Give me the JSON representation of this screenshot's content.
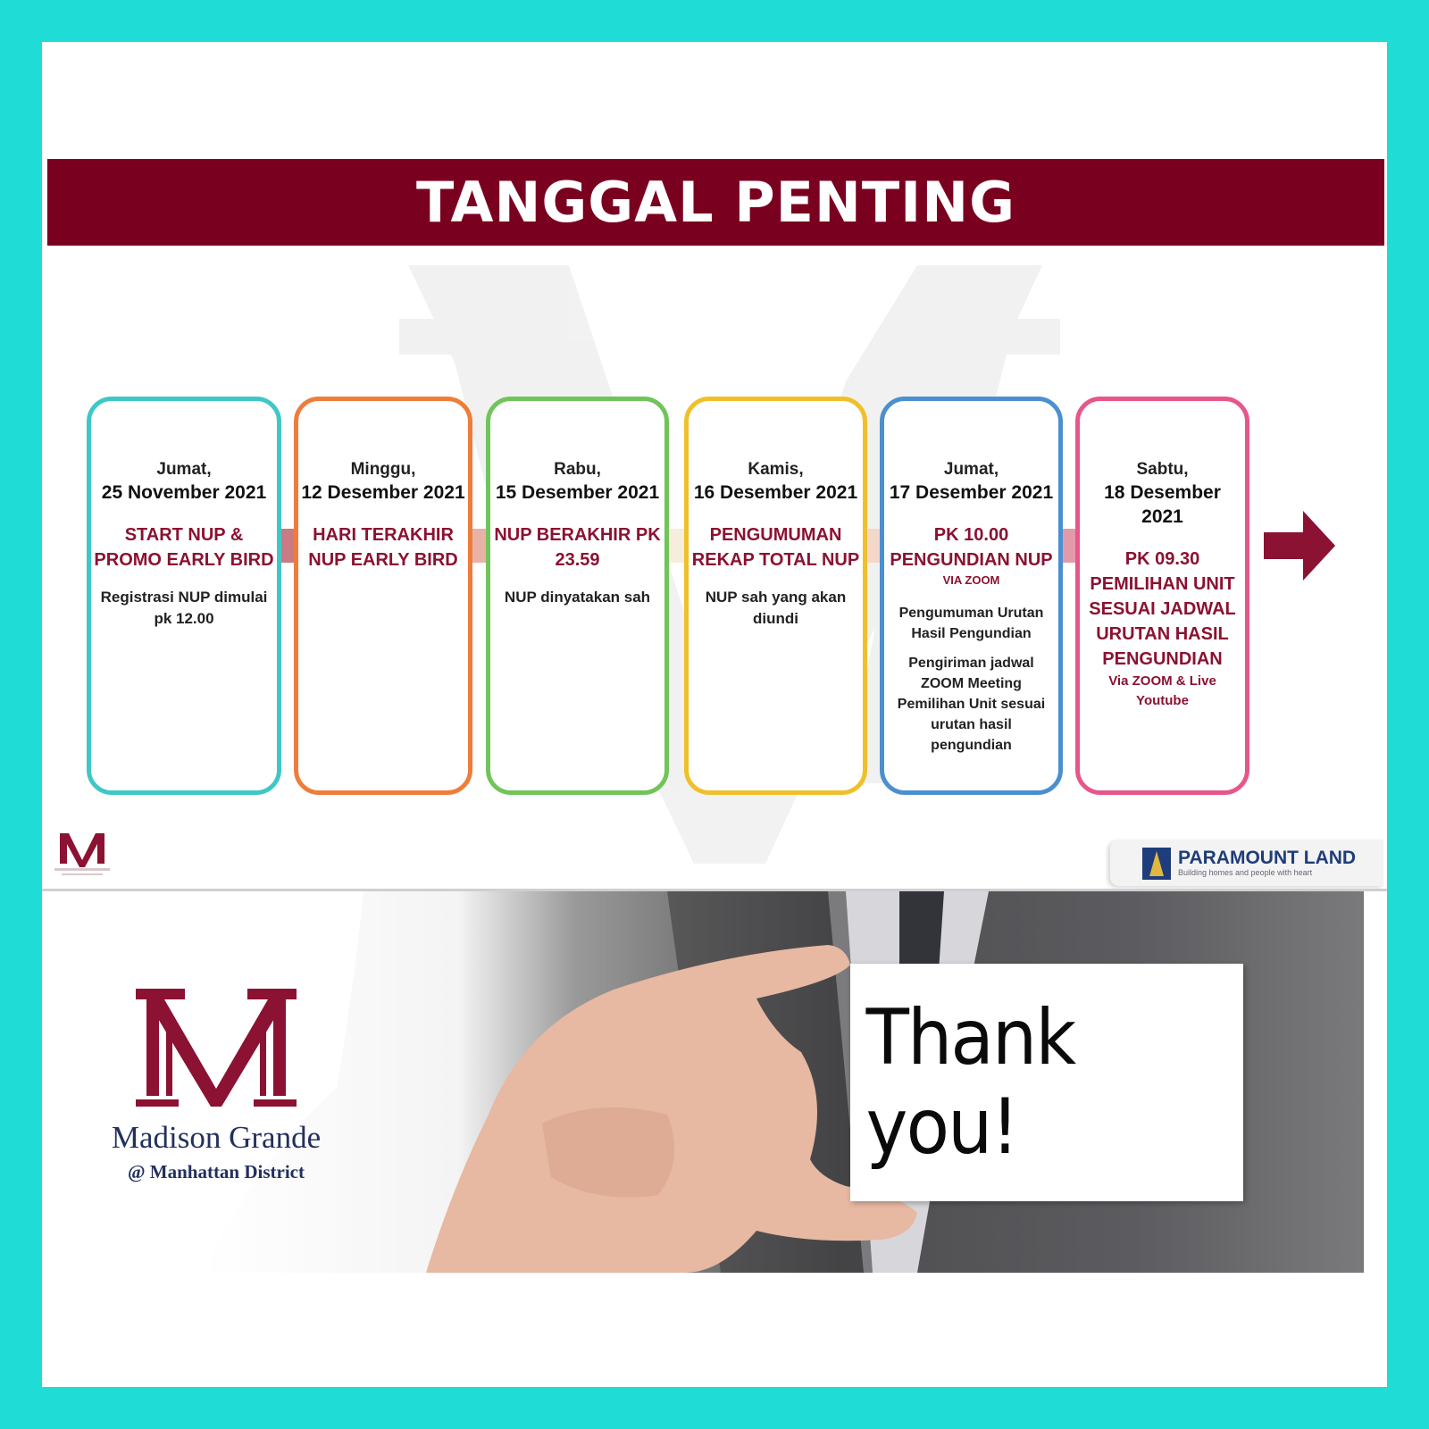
{
  "colors": {
    "frame": "#1fdcd6",
    "header_bg": "#7a0020",
    "accent_text": "#8b1232",
    "step_borders": [
      "#3fc7c7",
      "#ee7d3b",
      "#71c45a",
      "#f0c02a",
      "#4b8fd0",
      "#e7568b"
    ]
  },
  "header": {
    "title": "TANGGAL PENTING"
  },
  "steps": [
    {
      "day": "Jumat,",
      "date": "25 November 2021",
      "title": "START NUP & PROMO EARLY BIRD",
      "sub": "",
      "note": "Registrasi NUP dimulai pk 12.00",
      "note2": ""
    },
    {
      "day": "Minggu,",
      "date": "12 Desember 2021",
      "title": "HARI TERAKHIR NUP EARLY BIRD",
      "sub": "",
      "note": "",
      "note2": ""
    },
    {
      "day": "Rabu,",
      "date": "15 Desember 2021",
      "title": "NUP BERAKHIR PK 23.59",
      "sub": "",
      "note": "NUP dinyatakan sah",
      "note2": ""
    },
    {
      "day": "Kamis,",
      "date": "16 Desember 2021",
      "title": "PENGUMUMAN REKAP TOTAL NUP",
      "sub": "",
      "note": "NUP sah yang akan diundi",
      "note2": ""
    },
    {
      "day": "Jumat,",
      "date": "17 Desember 2021",
      "title": "PK 10.00 PENGUNDIAN NUP",
      "sub": "VIA ZOOM",
      "note": "Pengumuman Urutan Hasil Pengundian",
      "note2": "Pengiriman jadwal ZOOM Meeting Pemilihan Unit sesuai urutan hasil pengundian"
    },
    {
      "day": "Sabtu,",
      "date": "18 Desember 2021",
      "title": "PK 09.30 PEMILIHAN UNIT SESUAI JADWAL URUTAN HASIL PENGUNDIAN",
      "sub": "Via ZOOM & Live Youtube",
      "note": "",
      "note2": ""
    }
  ],
  "icons": [
    "arrow-right-icon",
    "madison-grande-logo",
    "paramount-land-logo"
  ],
  "paramount": {
    "name": "PARAMOUNT LAND",
    "tagline": "Building homes and people with heart"
  },
  "brand": {
    "name": "Madison Grande",
    "sub": "@ Manhattan District"
  },
  "thanks": {
    "text": "Thank you!"
  }
}
